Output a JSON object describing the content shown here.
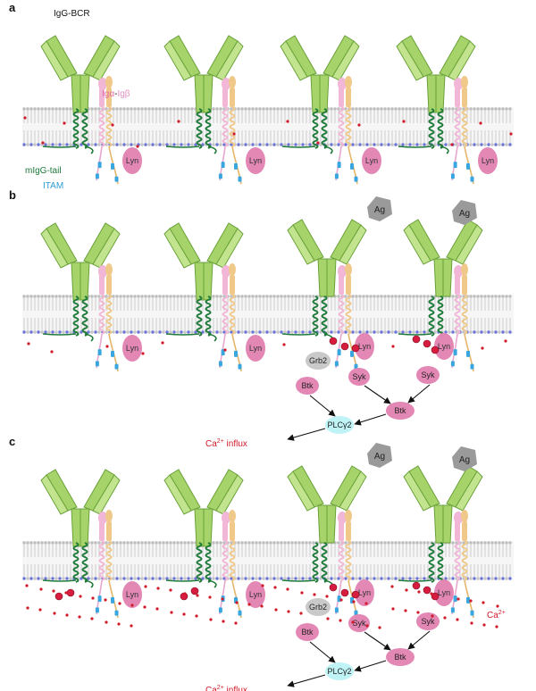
{
  "panels": [
    {
      "letter": "a",
      "labels": {
        "bcr": "IgG-BCR",
        "iga": "Igα",
        "dash": "-",
        "igb": "Igβ",
        "tail": "mIgG-tail",
        "itam": "ITAM",
        "lyn": "Lyn"
      }
    },
    {
      "letter": "b",
      "labels": {
        "ag": "Ag",
        "lyn": "Lyn",
        "grb2": "Grb2",
        "btk": "Btk",
        "syk": "Syk",
        "plcy2": "PLCγ2",
        "ca_pre": "Ca",
        "ca_sup": "2+",
        "ca_post": " influx"
      }
    },
    {
      "letter": "c",
      "labels": {
        "ag": "Ag",
        "lyn": "Lyn",
        "grb2": "Grb2",
        "btk": "Btk",
        "syk": "Syk",
        "plcy2": "PLCγ2",
        "ca_pre": "Ca",
        "ca_sup": "2+",
        "ca_post": " influx",
        "ca_right": "Ca",
        "ca_right_sup": "2+"
      }
    }
  ],
  "colors": {
    "antibody_fill": "#a6d36a",
    "antibody_stroke": "#6aa23a",
    "tail": "#1f7a3a",
    "lyn": "#e387b5",
    "iga": "#f2b6d6",
    "igb": "#f0c98a",
    "itam": "#3aa6df",
    "ag": "#9a9a9a",
    "plc": "#bff3f5",
    "phospho": "#d71d3f",
    "ca_dot": "#d11a2a",
    "membrane": "#c8c8c8",
    "membrane_dots": "#6a74d6",
    "grb2": "#c9c9c9"
  }
}
